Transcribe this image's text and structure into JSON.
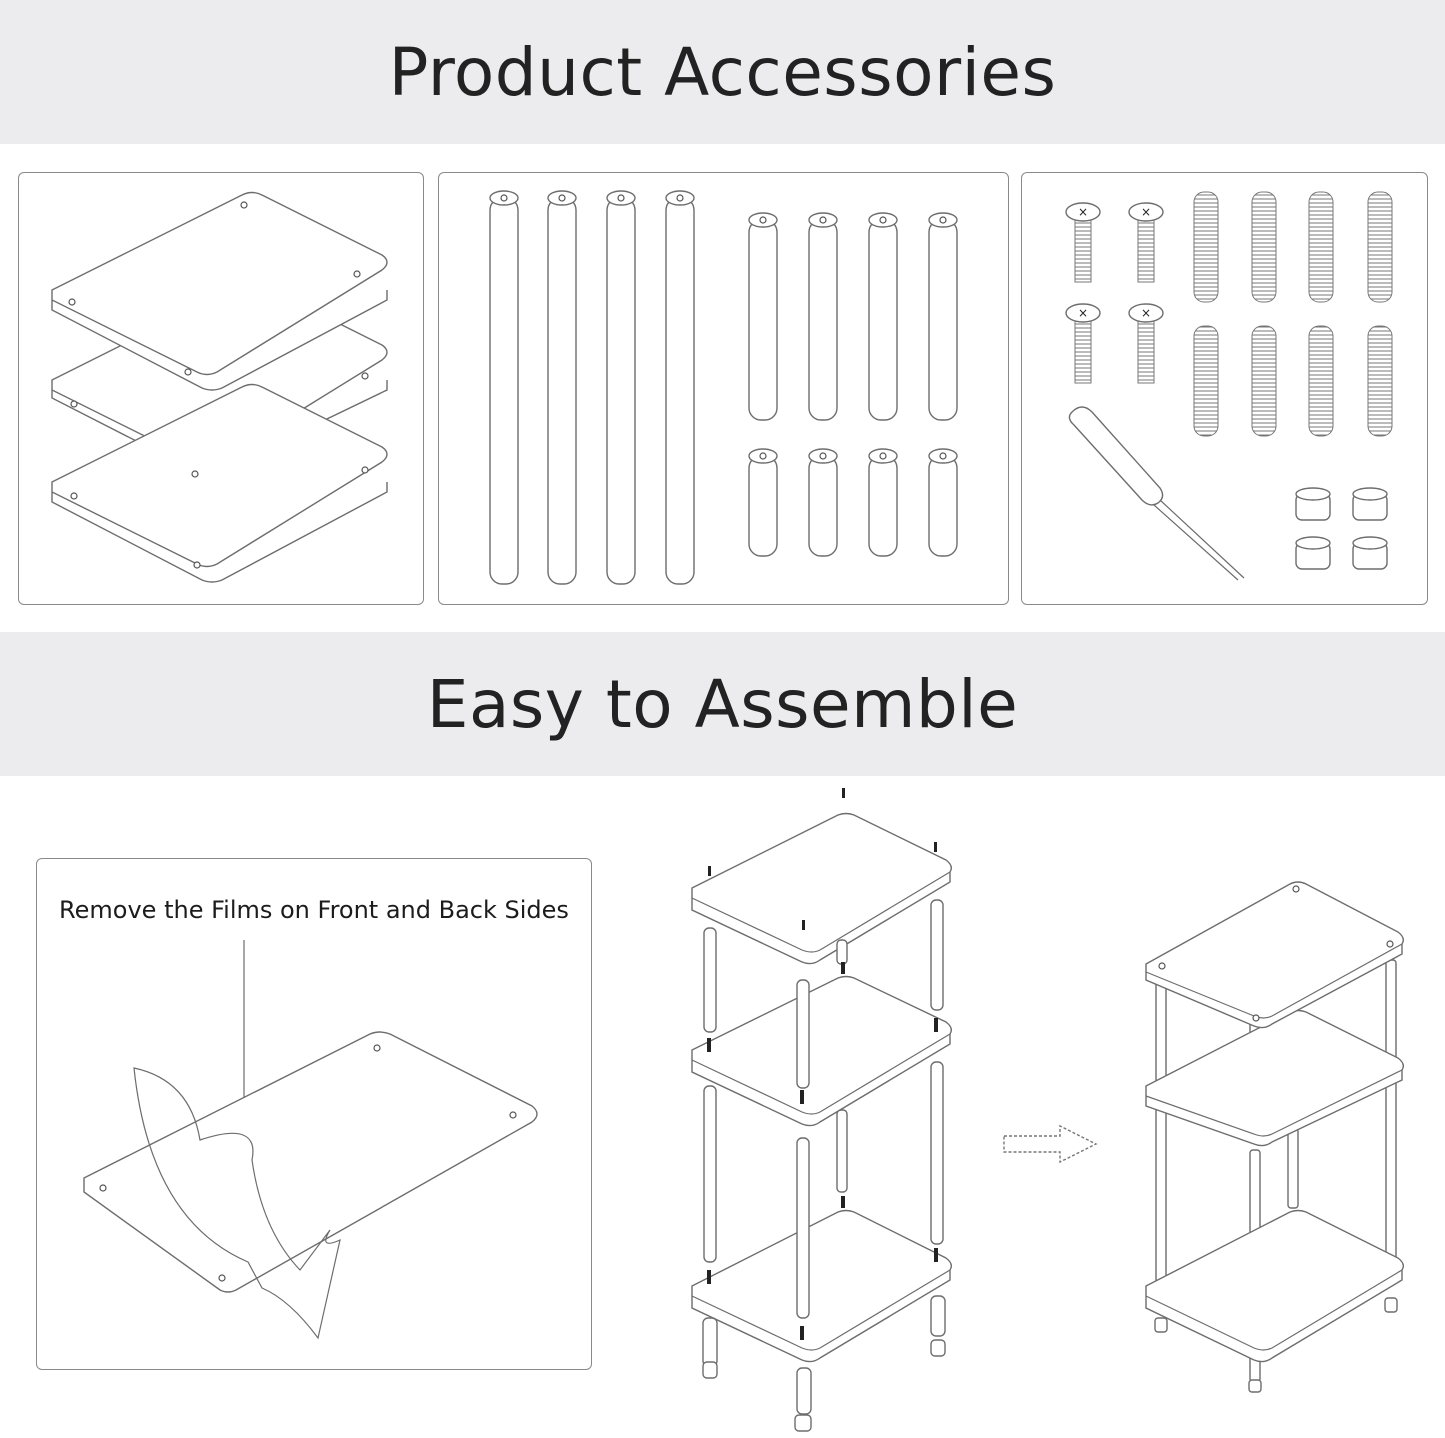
{
  "sections": {
    "accessories_title": "Product Accessories",
    "assemble_title": "Easy to Assemble"
  },
  "instructions": {
    "film_caption": "Remove the Films on Front and Back Sides"
  },
  "colors": {
    "banner_bg": "#ececee",
    "line": "#6d6d6d",
    "text": "#222222"
  }
}
